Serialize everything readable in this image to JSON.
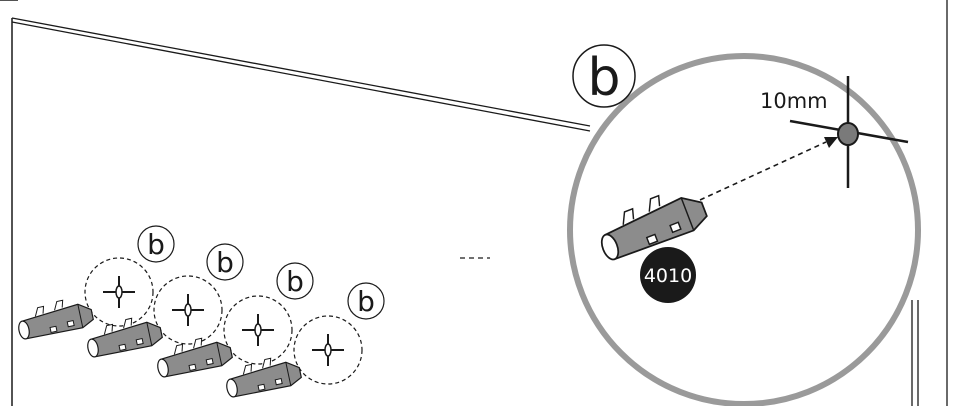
{
  "callout_letter": "b",
  "wall_marker_letter": "b",
  "drill_diameter": "10mm",
  "part_number": "4010",
  "wall_markers": [
    {
      "letter": "b"
    },
    {
      "letter": "b"
    },
    {
      "letter": "b"
    },
    {
      "letter": "b"
    }
  ],
  "colors": {
    "line": "#1a1a1a",
    "circle_border": "#9a9a9a",
    "anchor_fill": "#8c8c8c",
    "part_badge": "#1a1a1a",
    "hole_fill": "#7a7a7a"
  }
}
